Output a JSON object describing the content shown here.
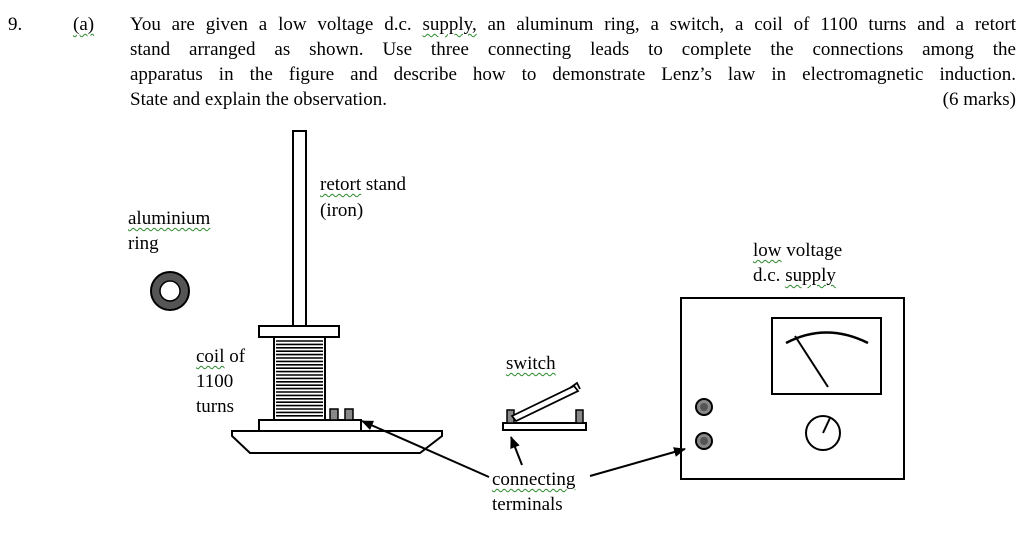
{
  "question": {
    "number": "9.",
    "part": "(a)",
    "lines": [
      [
        "You are given a low voltage d.c. ",
        {
          "w": "supply,"
        },
        " an aluminum ring, a switch, a coil of 1100 turns and a retort"
      ],
      "stand arranged as shown.  Use three connecting leads to complete the connections among the",
      "apparatus in the figure and describe how to demonstrate Lenz’s law in electromagnetic induction."
    ],
    "line1_a": "You are given a low voltage d.c. ",
    "line1_w": "supply,",
    "line1_b": " an aluminum ring, a switch, a coil of 1100 turns and a retort",
    "line2": "stand arranged as shown.  Use three connecting leads to complete the connections among the",
    "line3": "apparatus in the figure and describe how to demonstrate Lenz’s law in electromagnetic induction.",
    "line4": "State and explain the observation.",
    "marks": "(6 marks)"
  },
  "figure": {
    "labels": {
      "retort_1": "retort",
      "retort_2": " stand",
      "retort_3": "(iron)",
      "ring_1": "aluminium",
      "ring_2": "ring",
      "coil_1a": "coil",
      "coil_1b": " of",
      "coil_2": "1100",
      "coil_3": "turns",
      "switch": "switch",
      "supply_1a": "low",
      "supply_1b": " voltage",
      "supply_2a": "d.c. ",
      "supply_2b": "supply",
      "terminals_1": "connecting",
      "terminals_2": "terminals"
    }
  }
}
